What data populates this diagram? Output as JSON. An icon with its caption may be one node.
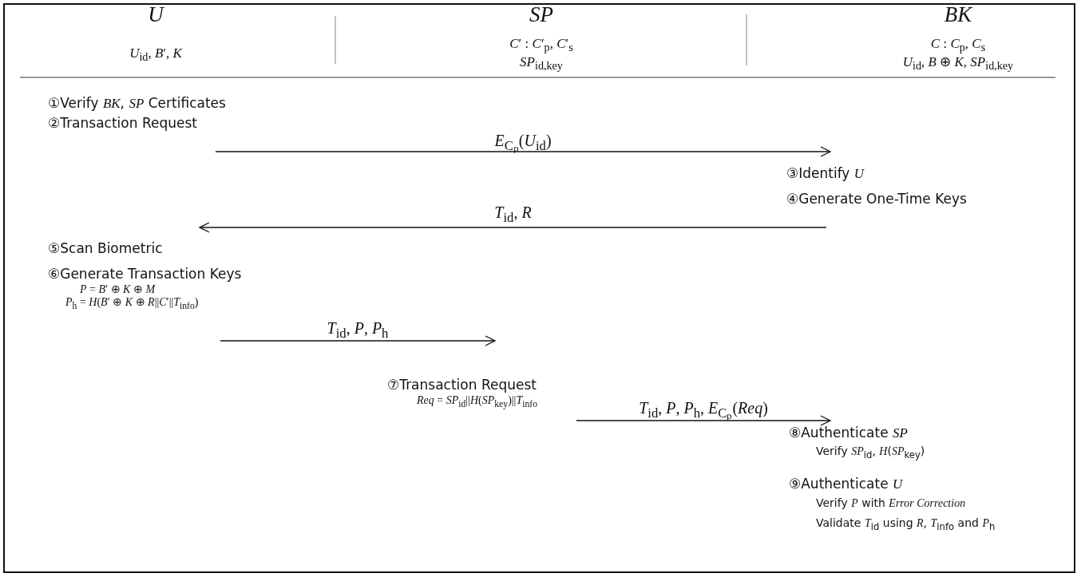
{
  "diagram": {
    "nodes": [
      {
        "text": [
          "②Transaction Request"
        ]
      },
      {
        "text": [
          "③Identify *U*"
        ]
      },
      {
        "text": [
          "④Generate One-Time Keys"
        ]
      },
      {
        "text": [
          "⑤Scan Biometric"
        ]
      },
      {
        "text": [
          "⑥Generate Transaction Keys",
          "*P* = *B*′ ⊕ *K* ⊕ *M*",
          "*P*$_{h}$ = *H*(*B*′ ⊕ *K* ⊕ *R*||*C*′||*T*$_{info}$)"
        ]
      },
      {
        "text": [
          "⑦Transaction Request",
          "*Req* = *SP*$_{id}$||*H*(*SP*$_{key}$)||*T*$_{info}$"
        ]
      },
      {
        "text": [
          "⑧Authenticate *SP*",
          "Verify *SP*$_{id}$, *H*(*SP*$_{key}$)"
        ]
      }
    ],
    "edges": [
      {
        "from": 0,
        "to": 1,
        "arrow": "to",
        "label": "*E*$_{Cₚ}$(*U*$_{id}$)"
      },
      {
        "from": 2,
        "to": 3,
        "arrow": "to",
        "label": "*T*$_{id}$, *R*"
      },
      {
        "from": 4,
        "to": 5,
        "arrow": "to",
        "label": "*T*$_{id}$, *P*, *P*$_{h}$"
      },
      {
        "from": 5,
        "to": 6,
        "arrow": "to",
        "label": "*T*$_{id}$, *P*, *P*$_{h}$, *E*$_{Cₚ}$(*Req*)"
      }
    ],
    "labels": [
      "U",
      "SP",
      "BK",
      "*U*$_{id}$, *B*′, *K*",
      "*C*′ : *C*′$_{p}$, *C*′$_{s}$",
      "*C* : *C*$_{p}$, *C*$_{s}$",
      "*SP*$_{id,key}$",
      "*U*$_{id}$, *B* ⊕ *K*, *SP*$_{id,key}$",
      "①Verify *BK*, *SP* Certificates",
      "⑨Authenticate *U*",
      "Verify *P* with *Error Correction*",
      "Validate *T*$_{id}$ using *R*, *T*$_{info}$ and *P*$_{h}$"
    ]
  }
}
